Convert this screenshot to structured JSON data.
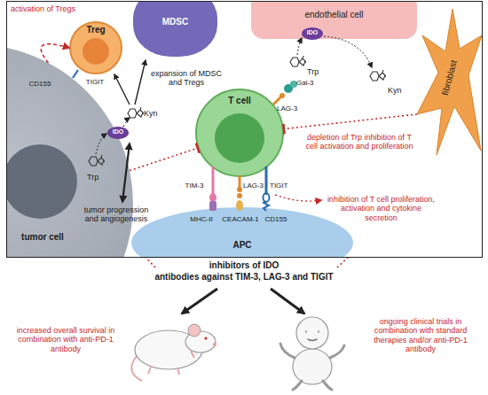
{
  "diagram": {
    "nodes": [
      {
        "text": [
          "tumor cell"
        ]
      },
      {
        "text": [
          "Treg"
        ]
      },
      {
        "text": [
          "MDSC"
        ]
      },
      {
        "text": [
          "endothelial cell"
        ]
      },
      {
        "text": [
          "fibroblast"
        ]
      },
      {
        "text": [
          "T cell"
        ]
      },
      {
        "text": [
          "APC"
        ]
      }
    ],
    "edges": [
      {
        "from": 0,
        "to": 1,
        "arrow": "to"
      },
      {
        "from": 0,
        "to": 5,
        "arrow": "to"
      },
      {
        "from": 4,
        "to": 5,
        "arrow": "to"
      }
    ],
    "labels": [
      "activation of Tregs",
      "CD155",
      "TIGIT",
      "expansion of MDSC and Tregs",
      "Kyn",
      "IDO",
      "Trp",
      "IDO",
      "Trp",
      "Kyn",
      "depletion of Trp inhibition of T cell activation and proliferation",
      "LAG-3",
      "Gal-3",
      "TIM-3",
      "LAG-3",
      "TIGIT",
      "MHC-II",
      "CEACAM-1",
      "CD155",
      "tumor progression and angiogenesis",
      "inhibition of T cell proliferation, activation and cytokine secretion",
      "inhibitors of IDO",
      "antibodies against TIM-3, LAG-3 and TIGIT",
      "increased overall survival in combination with anti-PD-1 antibody",
      "ongoing clinical trials in combination with standard therapies and/or anti-PD-1 antibody"
    ]
  }
}
